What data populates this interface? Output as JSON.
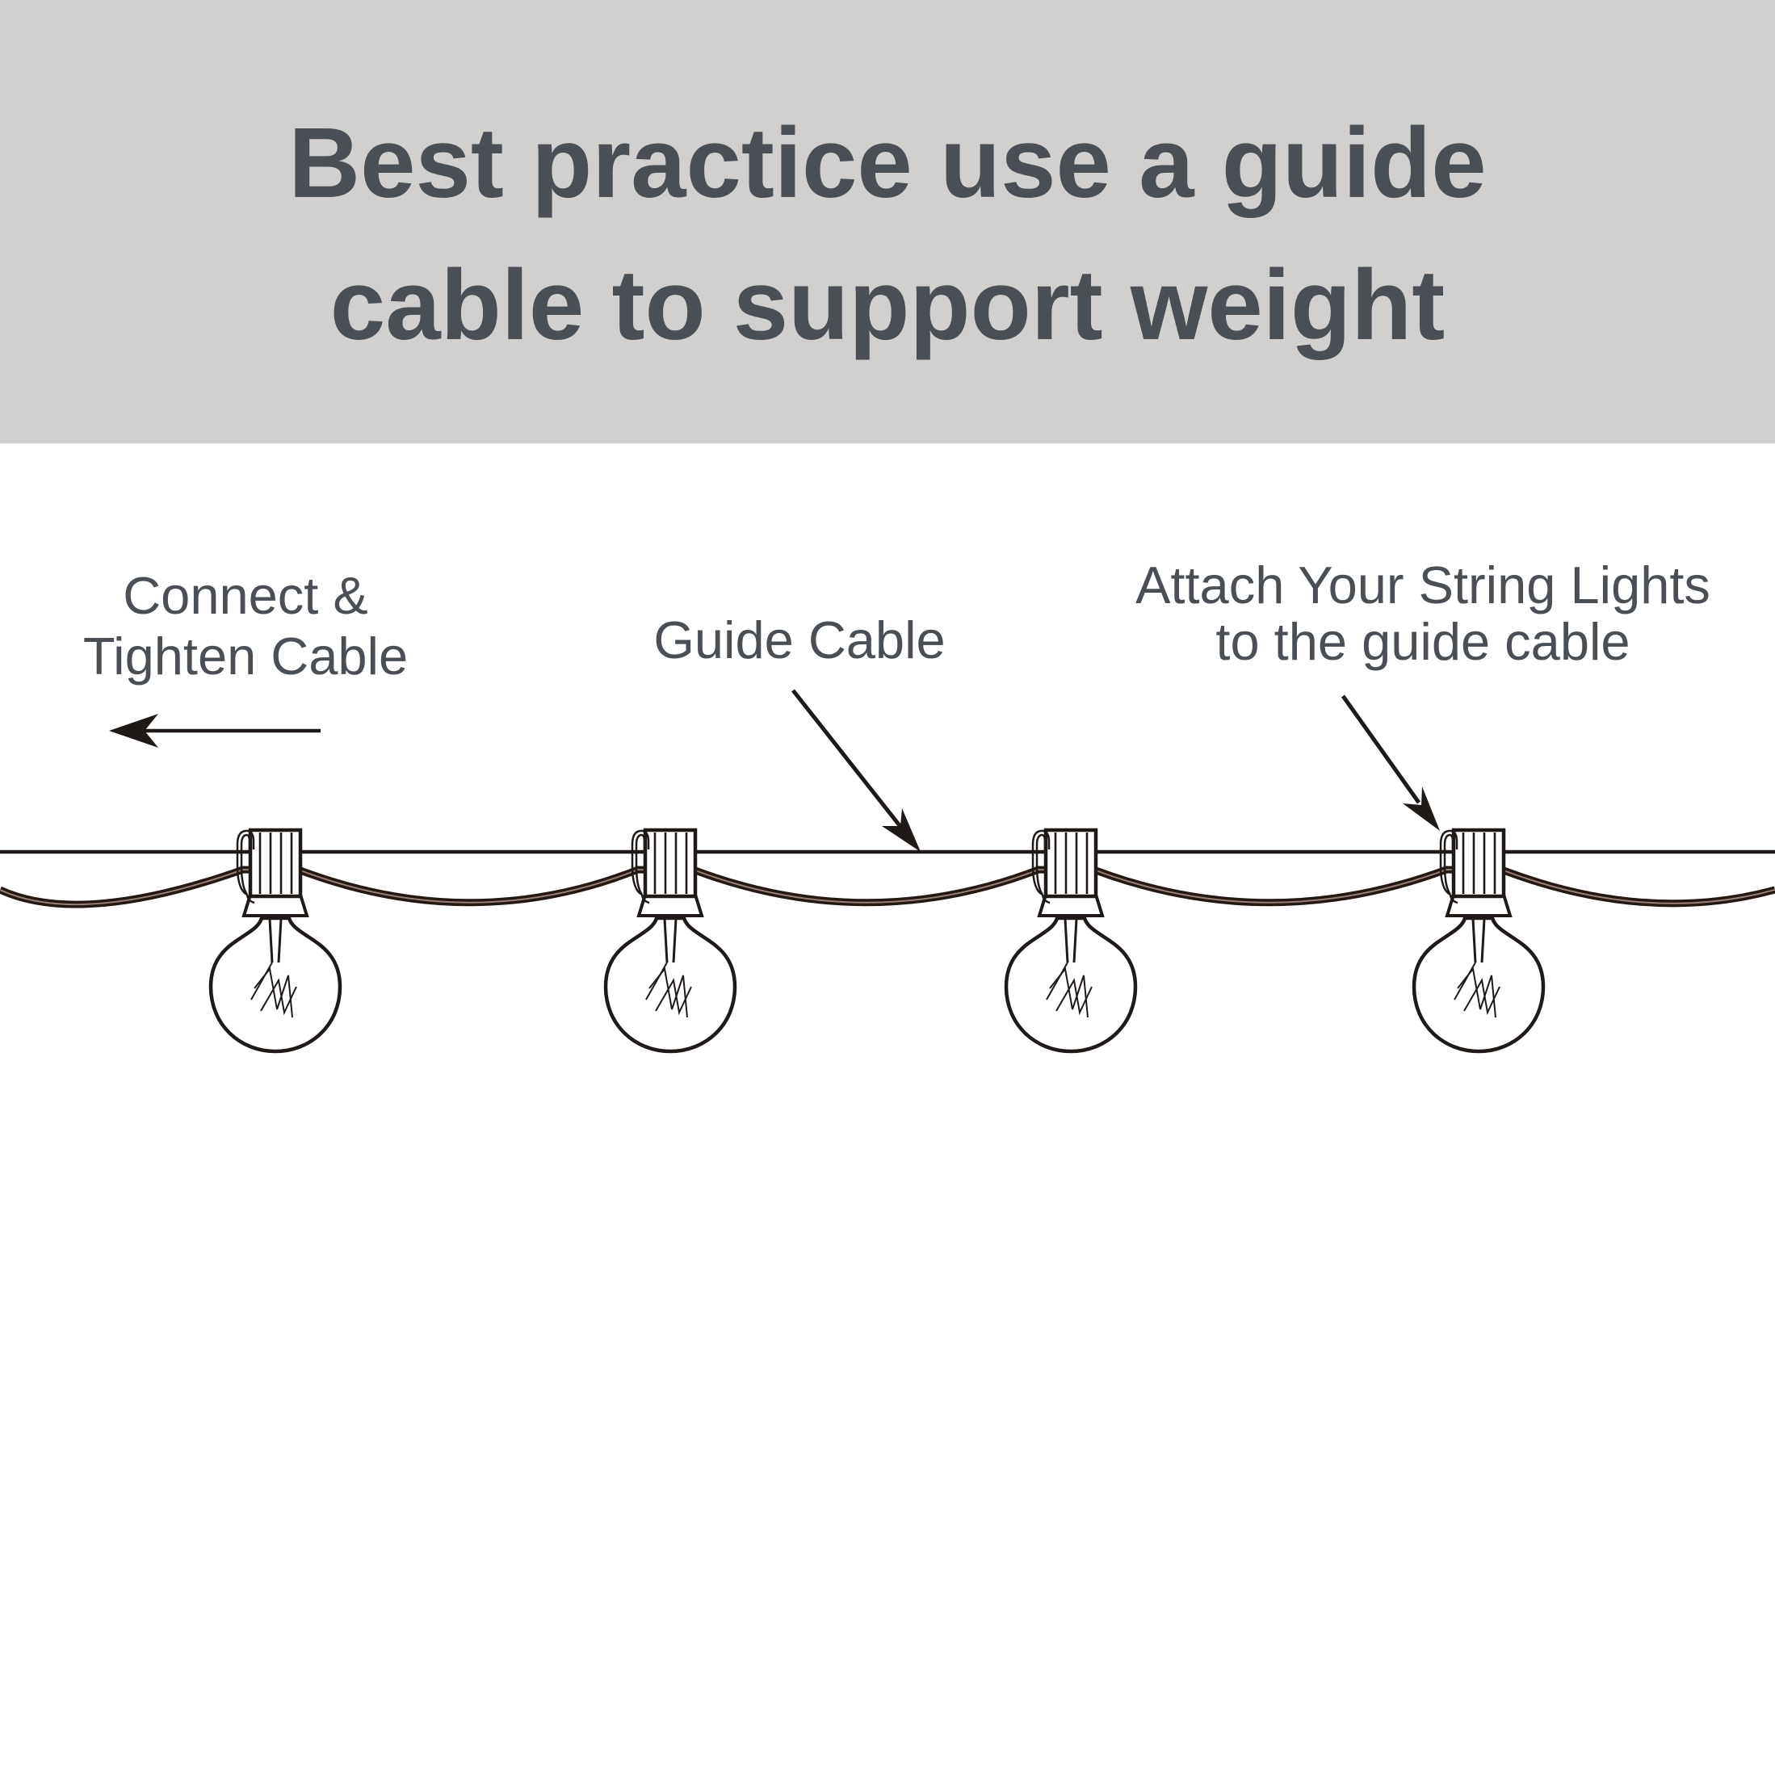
{
  "banner": {
    "title_line1": "Best practice use a guide",
    "title_line2": "cable to support weight"
  },
  "labels": {
    "connect": {
      "line1": "Connect &",
      "line2": "Tighten Cable"
    },
    "guide": {
      "text": "Guide Cable"
    },
    "attach": {
      "line1": "Attach Your String Lights",
      "line2": "to the guide cable"
    }
  },
  "diagram": {
    "bulb_count": 4,
    "components": [
      "guide-cable",
      "string-cord",
      "hook",
      "socket",
      "bulb"
    ]
  },
  "colors": {
    "background": "#ffffff",
    "banner_bg": "#d1d0ce",
    "text": "#494f55",
    "line": "#1f1a17",
    "cord": "#241813",
    "cord_gap": "#967f74"
  }
}
